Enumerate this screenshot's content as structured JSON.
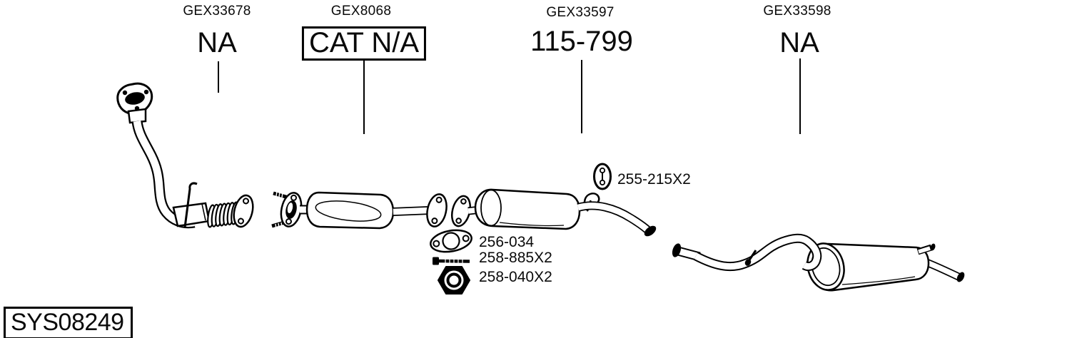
{
  "diagram": {
    "system_code": "SYS08249",
    "positions": [
      {
        "oe_ref": "GEX33678",
        "fitment": "NA"
      },
      {
        "oe_ref": "GEX8068",
        "fitment": "CAT N/A"
      },
      {
        "oe_ref": "GEX33597",
        "fitment": "115-799"
      },
      {
        "oe_ref": "GEX33598",
        "fitment": "NA"
      }
    ],
    "mounting_parts": [
      {
        "ref": "255-215X2",
        "icon": "rubber-hanger-icon"
      },
      {
        "ref": "256-034",
        "icon": "gasket-icon"
      },
      {
        "ref": "258-885X2",
        "icon": "bolt-icon"
      },
      {
        "ref": "258-040X2",
        "icon": "nut-icon"
      }
    ],
    "colors": {
      "line": "#000000",
      "background": "#ffffff"
    }
  }
}
